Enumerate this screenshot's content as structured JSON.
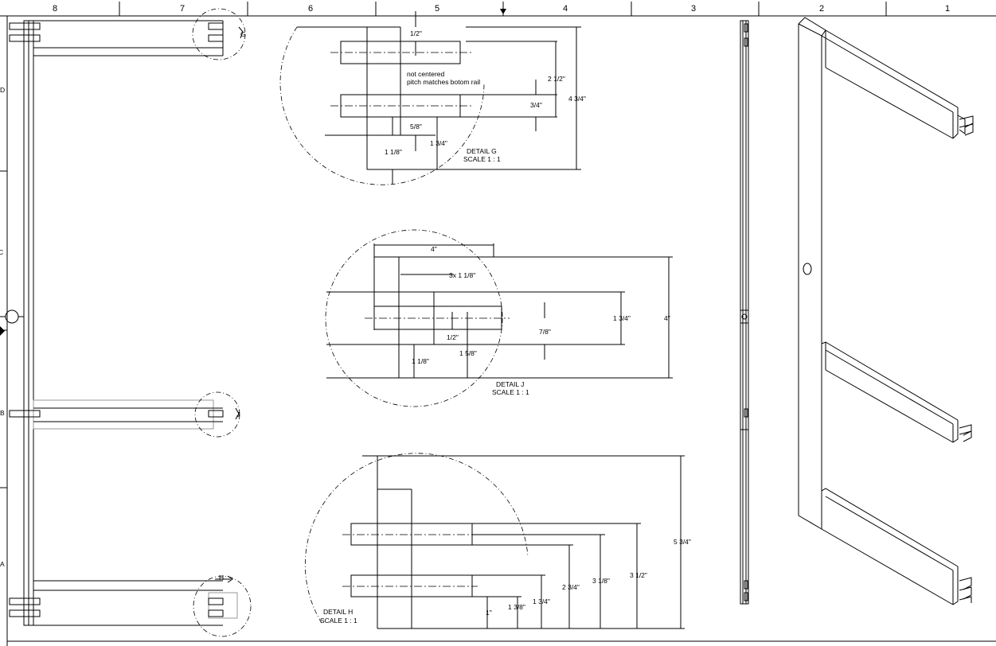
{
  "ruler": {
    "columns": [
      "8",
      "7",
      "6",
      "5",
      "4",
      "3",
      "2",
      "1"
    ]
  },
  "rows": {
    "D": "D",
    "C": "C",
    "B": "B",
    "A": "A"
  },
  "callouts": {
    "g": "G",
    "j": "J",
    "h": "H"
  },
  "detail_g": {
    "title": "DETAIL G",
    "scale": "SCALE 1 : 1",
    "note_line1": "not centered",
    "note_line2": "pitch matches botom rail",
    "dims": {
      "d1": "1/2\"",
      "d2": "2 1/2\"",
      "d3": "4 3/4\"",
      "d4": "3/4\"",
      "d5": "5/8\"",
      "d6": "1 1/8\"",
      "d7": "1 3/4\""
    }
  },
  "detail_j": {
    "title": "DETAIL J",
    "scale": "SCALE 1 : 1",
    "dims": {
      "d1": "4\"",
      "d2": "3x 1 1/8\"",
      "d3": "1 3/4\"",
      "d4": "4\"",
      "d5": "7/8\"",
      "d6": "1/2\"",
      "d7": "1 5/8\"",
      "d8": "1 1/8\""
    }
  },
  "detail_h": {
    "title": "DETAIL H",
    "scale": "SCALE 1 : 1",
    "dims": {
      "d1": "5 3/4\"",
      "d2": "3 1/2\"",
      "d3": "3 1/8\"",
      "d4": "2 3/4\"",
      "d5": "1 3/4\"",
      "d6": "1 3/8\"",
      "d7": "1\""
    }
  }
}
